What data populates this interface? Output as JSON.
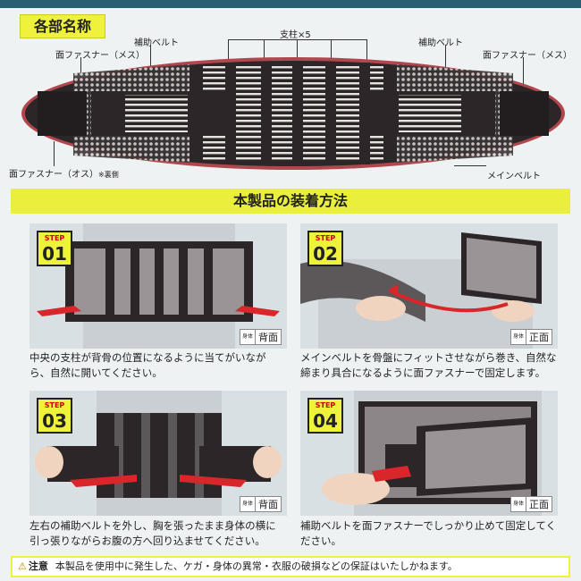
{
  "section_parts": {
    "title": "各部名称",
    "labels": {
      "face_fastener_female_left": "面ファスナー（メス）",
      "aux_belt_left": "補助ベルト",
      "stays": "支柱×5",
      "aux_belt_right": "補助ベルト",
      "face_fastener_female_right": "面ファスナー（メス）",
      "face_fastener_male": "面ファスナー（オス）",
      "back_side_note": "※裏側",
      "main_belt": "メインベルト"
    }
  },
  "section_howto": {
    "title": "本製品の装着方法",
    "steps": [
      {
        "label": "STEP",
        "number": "01",
        "view_key": "身体",
        "view": "背面",
        "text_lines": [
          "中央の支柱が背骨の位置になるように当てがいなが",
          "ら、自然に開いてください。"
        ]
      },
      {
        "label": "STEP",
        "number": "02",
        "view_key": "身体",
        "view": "正面",
        "text_lines": [
          "メインベルトを骨盤にフィットさせながら巻き、自然な",
          "締まり具合になるように面ファスナーで固定します。"
        ]
      },
      {
        "label": "STEP",
        "number": "03",
        "view_key": "身体",
        "view": "背面",
        "text_lines": [
          "左右の補助ベルトを外し、胸を張ったまま身体の横に",
          "引っ張りながらお腹の方へ回り込ませてください。"
        ]
      },
      {
        "label": "STEP",
        "number": "04",
        "view_key": "身体",
        "view": "正面",
        "text_lines": [
          "補助ベルトを面ファスナーでしっかり止めて固定してく",
          "ださい。"
        ]
      }
    ]
  },
  "caution": {
    "icon": "warning-icon",
    "title": "注意",
    "text": "本製品を使用中に発生した、ケガ・身体の異常・衣服の破損などの保証はいたしかねます。"
  },
  "colors": {
    "accent_yellow": "#eef23a",
    "belt_dark": "#2c2628",
    "belt_trim": "#b0464e",
    "arrow_red": "#d9262a",
    "background": "#eef2f3"
  }
}
